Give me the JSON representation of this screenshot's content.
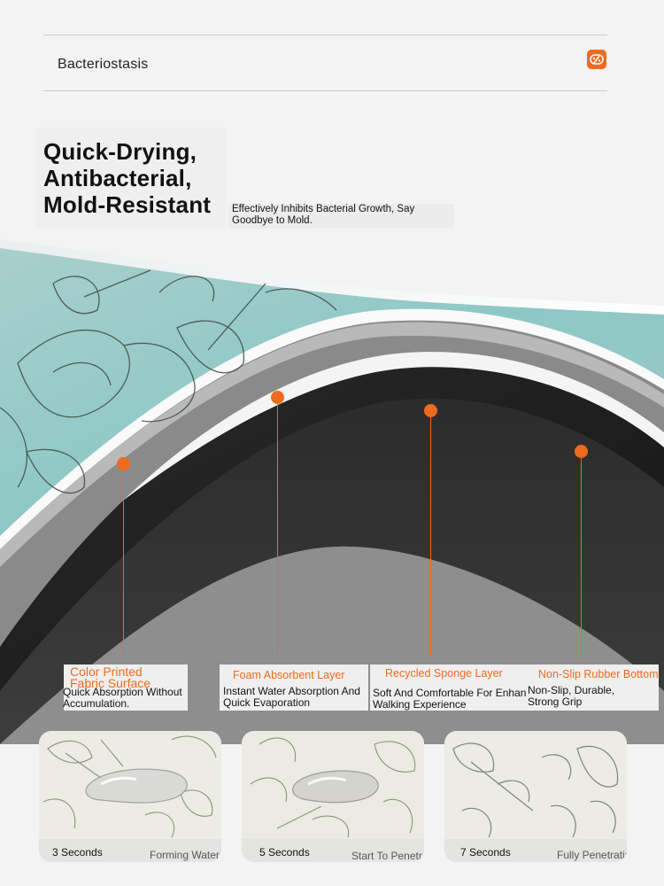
{
  "header": {
    "label": "Bacteriostasis",
    "icon": "bacteria-shield-icon",
    "accent_color": "#ee6a1e"
  },
  "headline": {
    "lines": [
      "Quick-Drying,",
      "Antibacterial,",
      "Mold-Resistant"
    ],
    "subtitle_lines": [
      "Effectively Inhibits Bacterial Growth, Say",
      "Goodbye to Mold."
    ]
  },
  "layers": [
    {
      "title_lines": [
        "Color Printed",
        "Fabric Surface"
      ],
      "desc_lines": [
        "Quick Absorption Without",
        "Accumulation."
      ]
    },
    {
      "title_lines": [
        "Foam Absorbent Layer"
      ],
      "desc_lines": [
        "Instant Water Absorption And",
        "Quick Evaporation"
      ]
    },
    {
      "title_lines": [
        "Recycled Sponge Layer"
      ],
      "desc_lines": [
        "Soft And Comfortable For Enhanced",
        "Walking Experience"
      ]
    },
    {
      "title_lines": [
        "Non-Slip Rubber Bottom"
      ],
      "desc_lines": [
        "Non-Slip, Durable,",
        "Strong Grip"
      ]
    }
  ],
  "cards": [
    {
      "time": "3 Seconds",
      "state": "Forming Water Drops"
    },
    {
      "time": "5 Seconds",
      "state": "Start To Penetrate"
    },
    {
      "time": "7 Seconds",
      "state": "Fully Penetrating"
    }
  ]
}
